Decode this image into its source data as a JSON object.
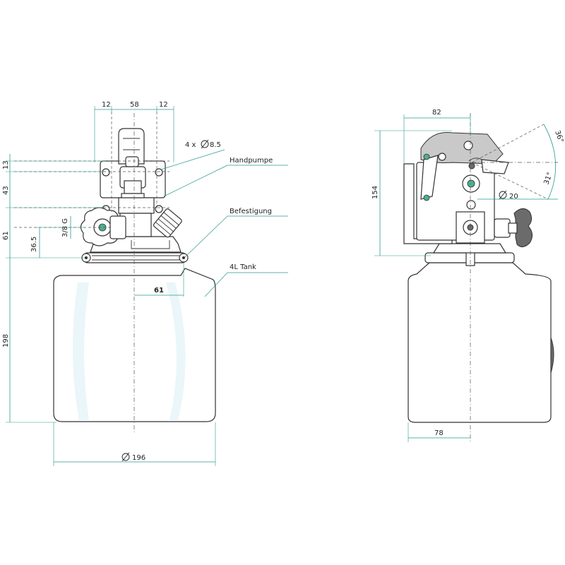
{
  "dimensions": {
    "front_top_12_left": "12",
    "front_top_58": "58",
    "front_top_12_right": "12",
    "bolt_holes": "4 x",
    "bolt_diameter": "8.5",
    "left_13": "13",
    "left_43": "43",
    "left_61": "61",
    "port_thread": "3/8 G",
    "port_height": "36.5",
    "left_198": "198",
    "tank_offset_61": "61",
    "tank_diameter": "196",
    "side_top_82": "82",
    "side_left_154": "154",
    "shaft_diameter": "20",
    "side_bottom_78": "78",
    "angle_36": "36°",
    "angle_31": "31°"
  },
  "labels": {
    "hand_pump": "Handpumpe",
    "mounting": "Befestigung",
    "tank": "4L Tank"
  },
  "symbols": {
    "diameter": "diameter-symbol"
  },
  "colors": {
    "dimension_lines": "#2a9a8e",
    "outline": "#333333",
    "accent_green": "#4caf8e"
  }
}
